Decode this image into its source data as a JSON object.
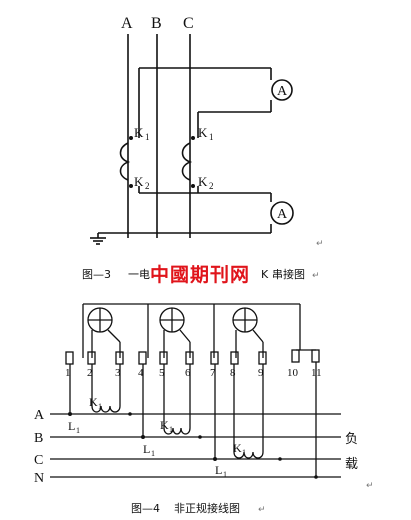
{
  "fig3": {
    "phase_labels": [
      "A",
      "B",
      "C"
    ],
    "ammeter_symbol": "A",
    "ct_marks": {
      "k1": "K",
      "k2": "K",
      "sub1": "1",
      "sub2": "2"
    },
    "caption_prefix": "图—3",
    "caption_text_left": "一电",
    "caption_text_right": "K",
    "caption_suffix": "串接图"
  },
  "watermark": "中國期刊网",
  "fig4": {
    "terminal_numbers": [
      "1",
      "2",
      "3",
      "4",
      "5",
      "6",
      "7",
      "8",
      "9",
      "10",
      "11"
    ],
    "line_labels": [
      "A",
      "B",
      "C",
      "N"
    ],
    "k1_label": "K",
    "l1_label": "L",
    "subscript": "1",
    "load_label_1": "负",
    "load_label_2": "载",
    "caption": "图—4    非正规接线图"
  },
  "return_mark": "↵"
}
